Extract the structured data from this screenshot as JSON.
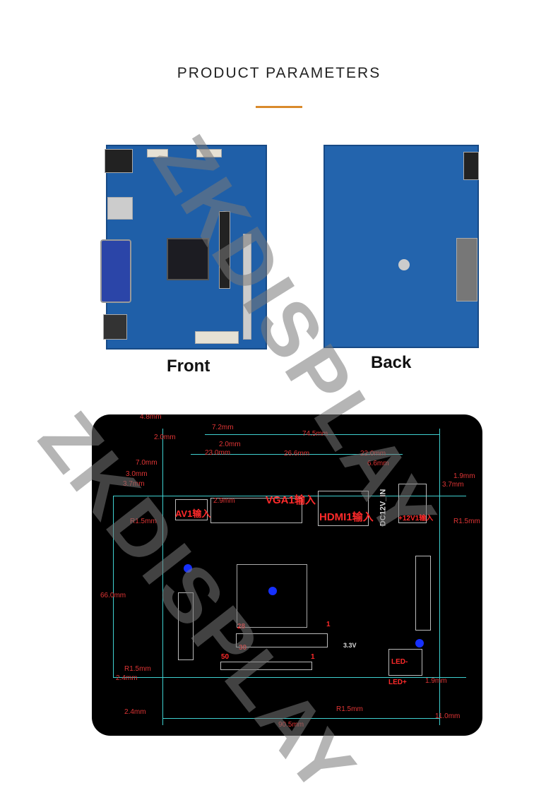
{
  "header": {
    "title": "PRODUCT PARAMETERS",
    "accent": "#d98a2b"
  },
  "photos": {
    "front_label": "Front",
    "back_label": "Back"
  },
  "watermark": "ZKDISPLAY",
  "drawing": {
    "dimensions": [
      "4.8mm",
      "2.0mm",
      "7.2mm",
      "74.5mm",
      "2.0mm",
      "23.0mm",
      "26.6mm",
      "22.0mm",
      "6.6mm",
      "7.0mm",
      "3.0mm",
      "3.7mm",
      "1.9mm",
      "3.7mm",
      "R1.5mm",
      "R1.5mm",
      "66.0mm",
      "R1.5mm",
      "2.4mm",
      "2.4mm",
      "90.5mm",
      "R1.5mm",
      "1.9mm",
      "11.0mm",
      "2.9mm"
    ],
    "labels": [
      "AV1输入",
      "VGA1输入",
      "HDMI1输入",
      "+12V1输入",
      "DC12V_IN",
      "LED-",
      "LED+",
      "28",
      "1",
      "30",
      "50",
      "1",
      "3.3V"
    ]
  }
}
